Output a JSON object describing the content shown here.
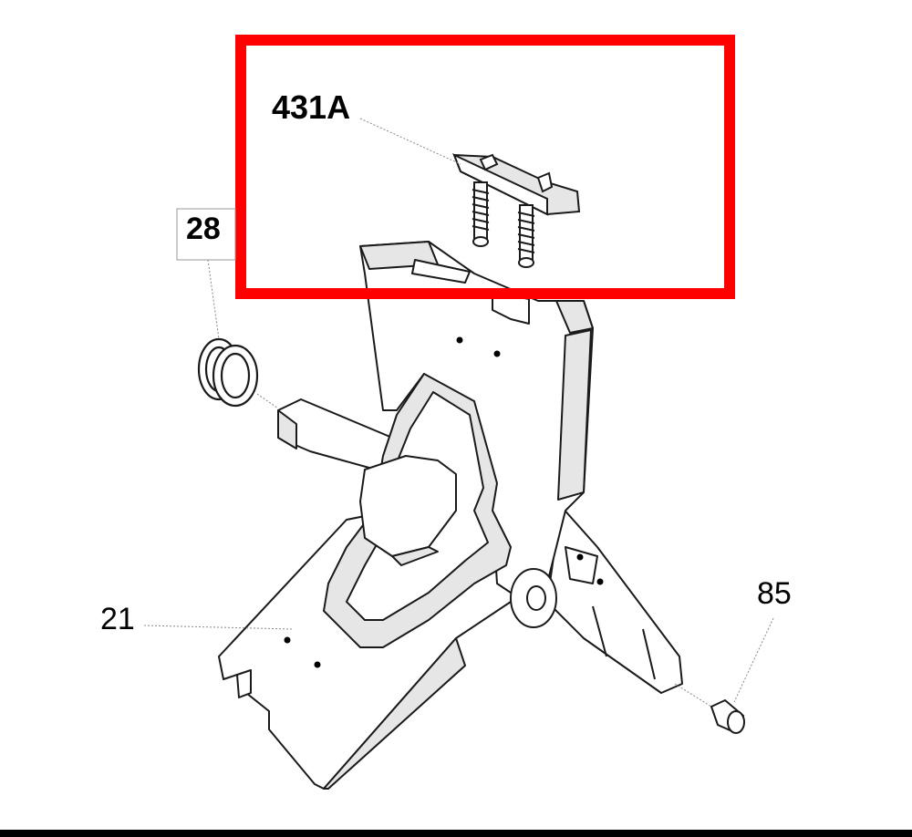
{
  "diagram": {
    "highlight_color": "#ff0000",
    "line_color": "#1a1a1a",
    "part_fill": "#ffffff",
    "shade_fill": "#e6e6e6",
    "callouts": [
      {
        "id": "431a",
        "label": "431A",
        "part": "top-clip-with-springs",
        "highlighted": true,
        "boxed": false,
        "bold": true
      },
      {
        "id": "28",
        "label": "28",
        "part": "grommet-ring",
        "highlighted": false,
        "boxed": true,
        "bold": true
      },
      {
        "id": "21",
        "label": "21",
        "part": "main-frame-bracket",
        "highlighted": false,
        "boxed": false,
        "bold": false
      },
      {
        "id": "85",
        "label": "85",
        "part": "pin",
        "highlighted": false,
        "boxed": false,
        "bold": false
      }
    ]
  }
}
